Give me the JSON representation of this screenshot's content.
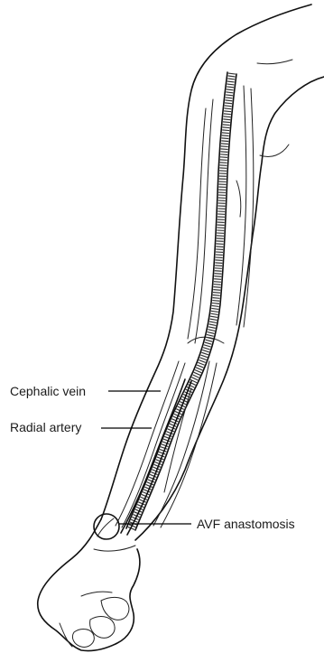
{
  "labels": {
    "cephalic_vein": "Cephalic vein",
    "radial_artery": "Radial artery",
    "avf_anastomosis": "AVF anastomosis"
  },
  "colors": {
    "ink": "#111111",
    "background": "#ffffff"
  }
}
